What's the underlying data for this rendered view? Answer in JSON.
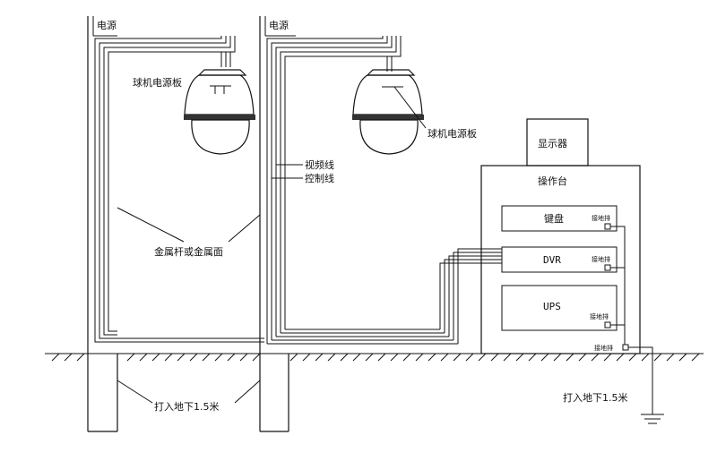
{
  "power_label": "电源",
  "dome_board_label": "球机电源板",
  "video_line_label": "视频线",
  "control_line_label": "控制线",
  "pole_label": "金属杆或金属面",
  "bury_label": "打入地下1.5米",
  "monitor_label": "显示器",
  "console_label": "操作台",
  "keyboard_label": "键盘",
  "dvr_label": "DVR",
  "ups_label": "UPS",
  "ground_rod_label": "接地排",
  "ground_bury_label": "打入地下1.5米"
}
